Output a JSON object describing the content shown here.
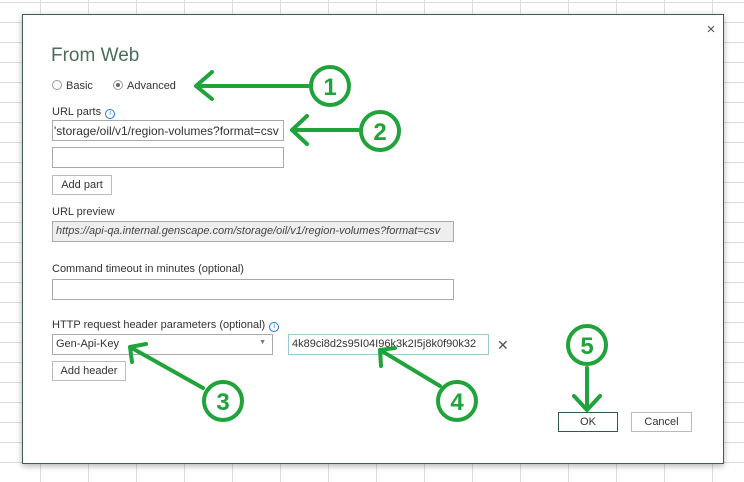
{
  "dialog": {
    "title": "From Web",
    "close_icon": "×"
  },
  "mode": {
    "basic": "Basic",
    "advanced": "Advanced",
    "selected": "Advanced"
  },
  "url_parts": {
    "label": "URL parts",
    "info": "i",
    "part1": "'storage/oil/v1/region-volumes?format=csv",
    "part2": "",
    "add_part": "Add part"
  },
  "url_preview": {
    "label": "URL preview",
    "value": "https://api-qa.internal.genscape.com/storage/oil/v1/region-volumes?format=csv"
  },
  "timeout": {
    "label": "Command timeout in minutes (optional)",
    "value": ""
  },
  "headers": {
    "label": "HTTP request header parameters (optional)",
    "info": "i",
    "name": "Gen-Api-Key",
    "value": "4k89ci8d2s95I04I96k3k2I5j8k0f90k32",
    "remove": "✕",
    "add_header": "Add header"
  },
  "footer": {
    "ok": "OK",
    "cancel": "Cancel"
  },
  "annotations": {
    "color": "#1fa33a",
    "labels": [
      "1",
      "2",
      "3",
      "4",
      "5"
    ]
  }
}
